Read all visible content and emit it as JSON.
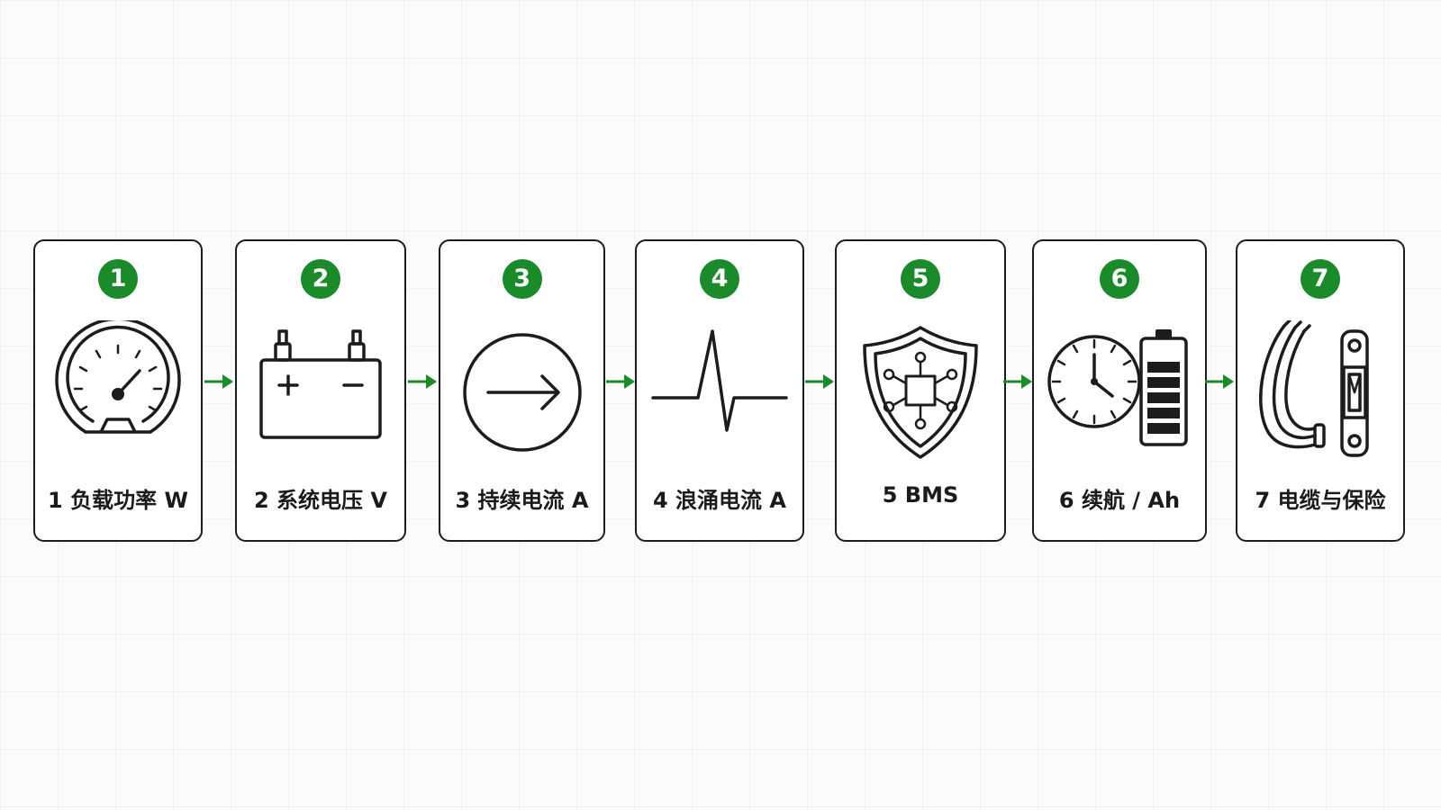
{
  "accent_color": "#1a8a2a",
  "steps": [
    {
      "number": "1",
      "label": "1 负载功率 W",
      "icon": "gauge-icon"
    },
    {
      "number": "2",
      "label": "2 系统电压 V",
      "icon": "battery-icon"
    },
    {
      "number": "3",
      "label": "3 持续电流 A",
      "icon": "arrow-circle-icon"
    },
    {
      "number": "4",
      "label": "4 浪涌电流 A",
      "icon": "pulse-icon"
    },
    {
      "number": "5",
      "label": "5 BMS",
      "icon": "shield-chip-icon"
    },
    {
      "number": "6",
      "label": "6 续航 / Ah",
      "icon": "clock-battery-icon"
    },
    {
      "number": "7",
      "label": "7 电缆与保险",
      "icon": "cable-fuse-icon"
    }
  ]
}
